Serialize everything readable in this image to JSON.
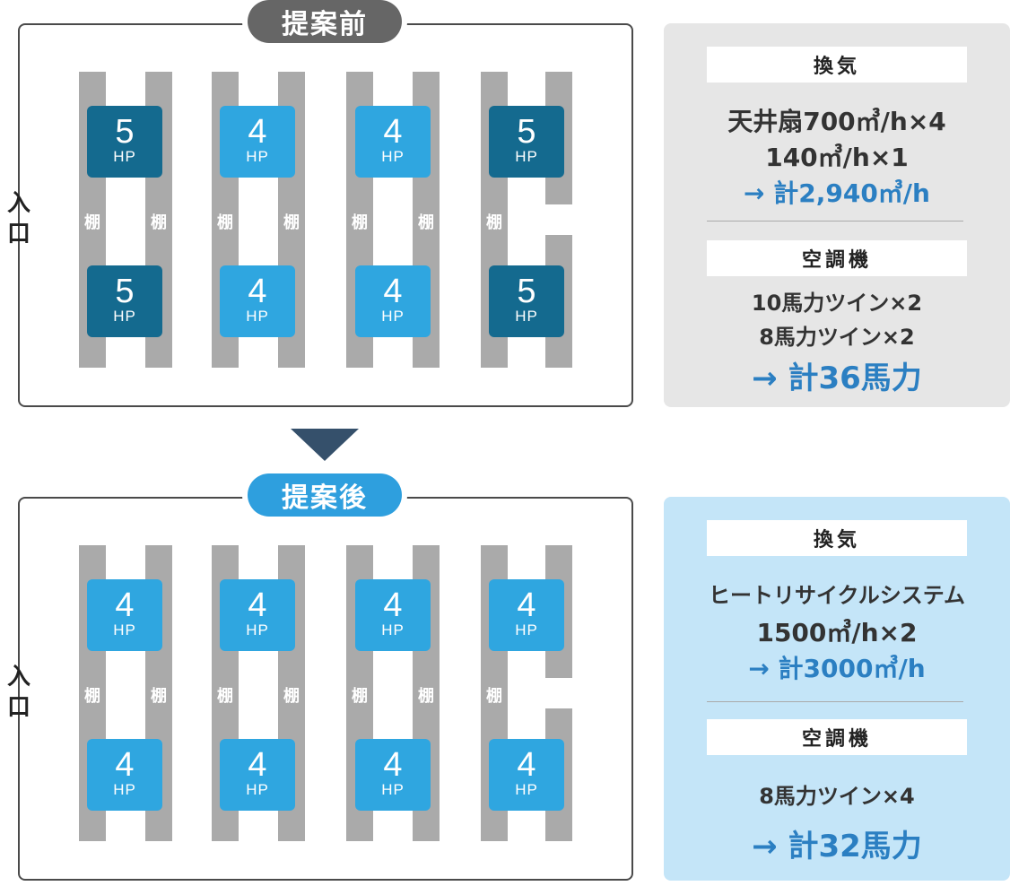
{
  "before": {
    "title": "提案前",
    "entrance": [
      "入",
      "口"
    ],
    "shelf_label": "棚",
    "units": [
      {
        "num": "5",
        "unit": "HP",
        "tier": "big"
      },
      {
        "num": "4",
        "unit": "HP",
        "tier": "small"
      },
      {
        "num": "4",
        "unit": "HP",
        "tier": "small"
      },
      {
        "num": "5",
        "unit": "HP",
        "tier": "big"
      },
      {
        "num": "5",
        "unit": "HP",
        "tier": "big"
      },
      {
        "num": "4",
        "unit": "HP",
        "tier": "small"
      },
      {
        "num": "4",
        "unit": "HP",
        "tier": "small"
      },
      {
        "num": "5",
        "unit": "HP",
        "tier": "big"
      }
    ],
    "info": {
      "ventilation_head": "換気",
      "ventilation_lines": [
        "天井扇700㎥/h×4",
        "140㎥/h×1"
      ],
      "ventilation_total": "→ 計2,940㎥/h",
      "ac_head": "空調機",
      "ac_lines": [
        "10馬力ツイン×2",
        "8馬力ツイン×2"
      ],
      "ac_total": "→ 計36馬力"
    }
  },
  "after": {
    "title": "提案後",
    "entrance": [
      "入",
      "口"
    ],
    "shelf_label": "棚",
    "units": [
      {
        "num": "4",
        "unit": "HP",
        "tier": "small"
      },
      {
        "num": "4",
        "unit": "HP",
        "tier": "small"
      },
      {
        "num": "4",
        "unit": "HP",
        "tier": "small"
      },
      {
        "num": "4",
        "unit": "HP",
        "tier": "small"
      },
      {
        "num": "4",
        "unit": "HP",
        "tier": "small"
      },
      {
        "num": "4",
        "unit": "HP",
        "tier": "small"
      },
      {
        "num": "4",
        "unit": "HP",
        "tier": "small"
      },
      {
        "num": "4",
        "unit": "HP",
        "tier": "small"
      }
    ],
    "info": {
      "ventilation_head": "換気",
      "ventilation_lines": [
        "ヒートリサイクルシステム",
        "1500㎥/h×2"
      ],
      "ventilation_total": "→ 計3000㎥/h",
      "ac_head": "空調機",
      "ac_lines": [
        "8馬力ツイン×4"
      ],
      "ac_total": "→ 計32馬力"
    }
  },
  "colors": {
    "unit_big": "#146a8f",
    "unit_small": "#2fa6e0",
    "shelf": "#aaaaaa",
    "title_before": "#666666",
    "title_after": "#2e9fde",
    "panel_before": "#e6e6e6",
    "panel_after": "#c4e5f8",
    "accent_text": "#2b7fc2",
    "arrow": "#35506b"
  }
}
